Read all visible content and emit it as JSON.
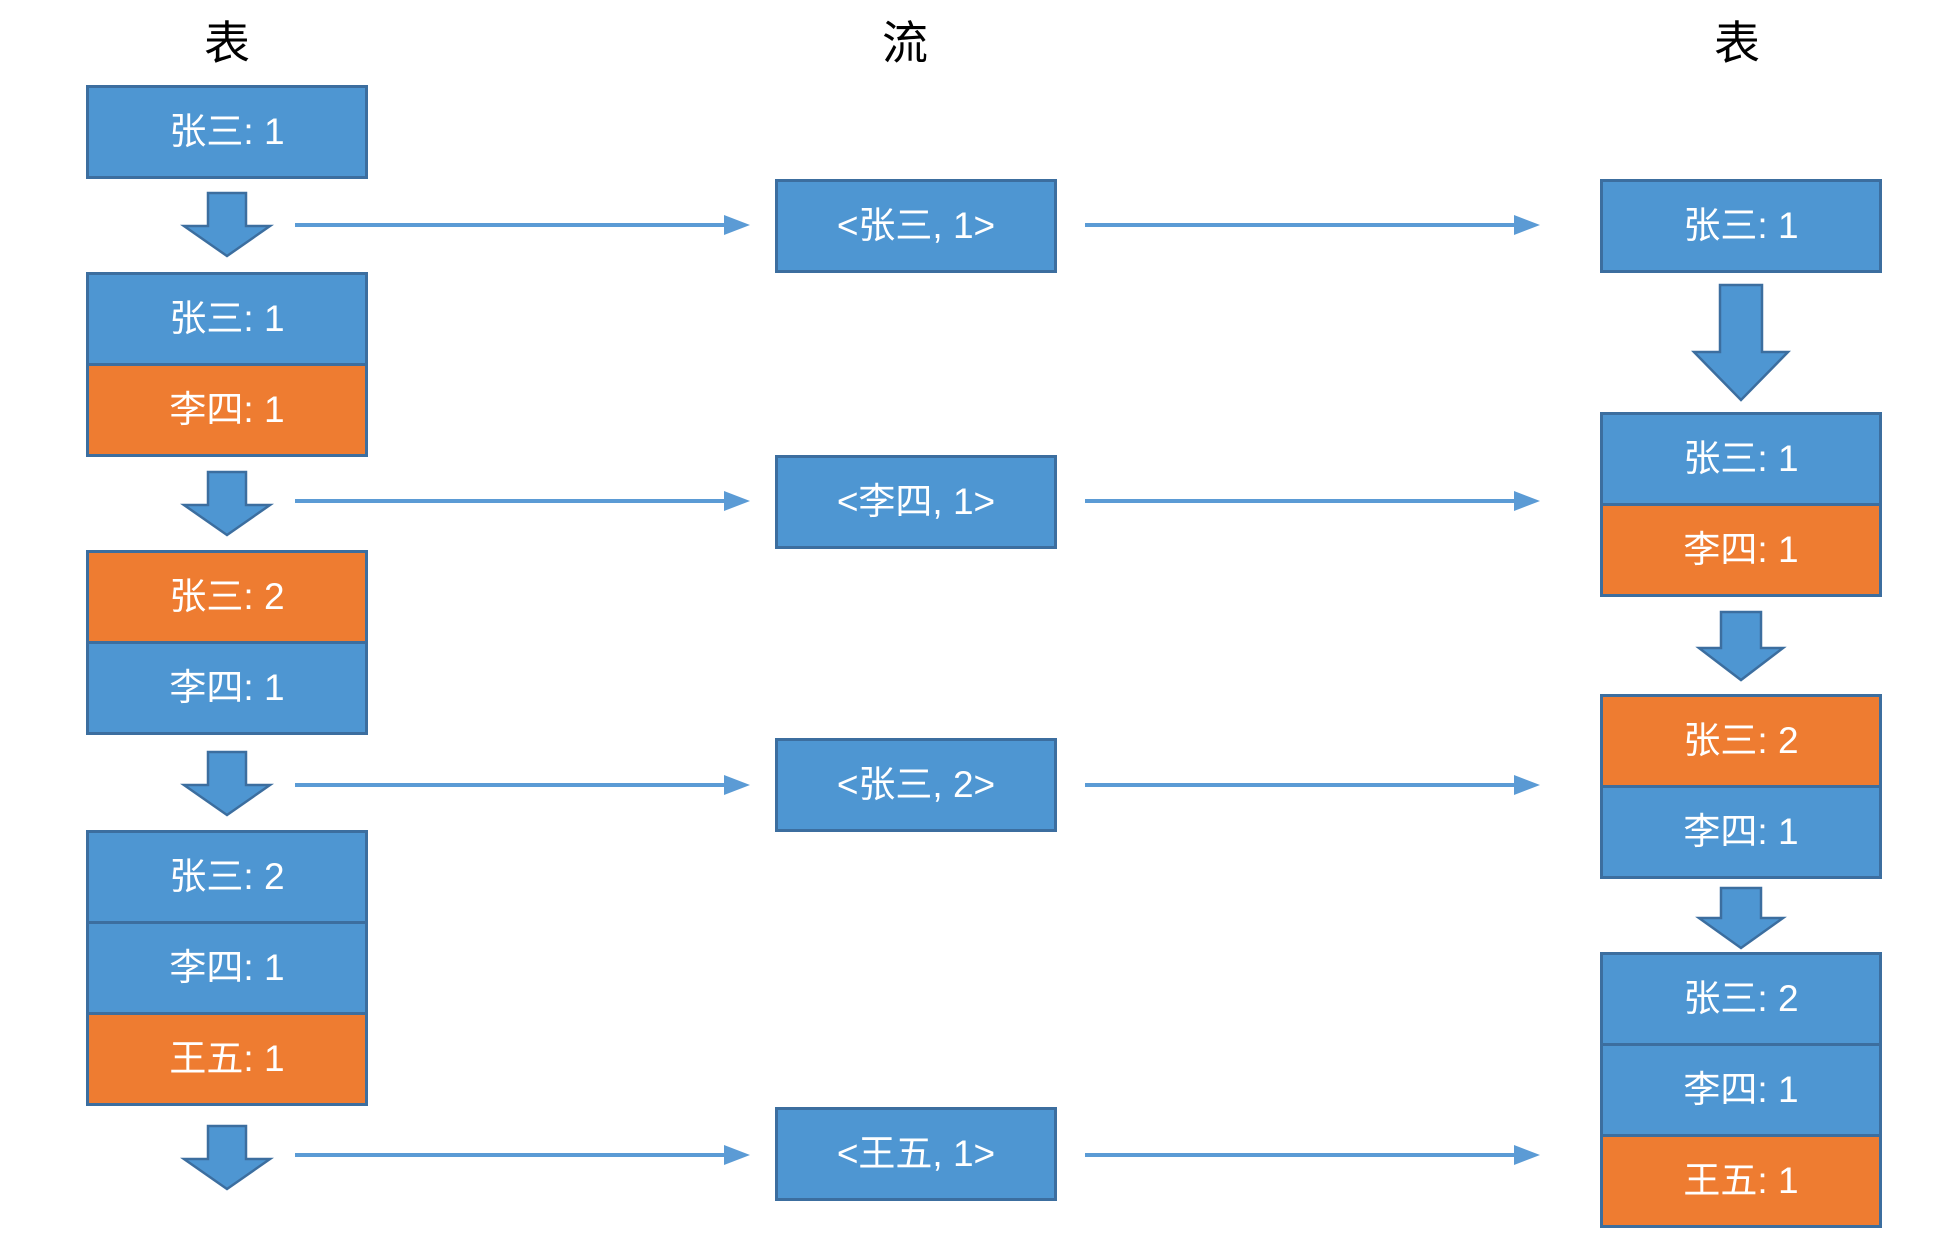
{
  "headers": {
    "left": "表",
    "middle": "流",
    "right": "表"
  },
  "colors": {
    "box_blue": "#4E96D2",
    "box_orange": "#EE7C31",
    "box_border": "#3C6E9F",
    "arrow_fill": "#4E96D2",
    "connector": "#5B9BD5",
    "box_text": "#FFFFFF",
    "header_text": "#000000"
  },
  "left_table": {
    "states": [
      {
        "rows": [
          {
            "label": "张三: 1",
            "highlight": false
          }
        ]
      },
      {
        "rows": [
          {
            "label": "张三: 1",
            "highlight": false
          },
          {
            "label": "李四: 1",
            "highlight": true
          }
        ]
      },
      {
        "rows": [
          {
            "label": "张三: 2",
            "highlight": true
          },
          {
            "label": "李四: 1",
            "highlight": false
          }
        ]
      },
      {
        "rows": [
          {
            "label": "张三: 2",
            "highlight": false
          },
          {
            "label": "李四: 1",
            "highlight": false
          },
          {
            "label": "王五: 1",
            "highlight": true
          }
        ]
      }
    ]
  },
  "stream": {
    "events": [
      {
        "label": "<张三, 1>"
      },
      {
        "label": "<李四, 1>"
      },
      {
        "label": "<张三, 2>"
      },
      {
        "label": "<王五, 1>"
      }
    ]
  },
  "right_table": {
    "states": [
      {
        "rows": [
          {
            "label": "张三: 1",
            "highlight": false
          }
        ]
      },
      {
        "rows": [
          {
            "label": "张三: 1",
            "highlight": false
          },
          {
            "label": "李四: 1",
            "highlight": true
          }
        ]
      },
      {
        "rows": [
          {
            "label": "张三: 2",
            "highlight": true
          },
          {
            "label": "李四: 1",
            "highlight": false
          }
        ]
      },
      {
        "rows": [
          {
            "label": "张三: 2",
            "highlight": false
          },
          {
            "label": "李四: 1",
            "highlight": false
          },
          {
            "label": "王五: 1",
            "highlight": true
          }
        ]
      }
    ]
  }
}
